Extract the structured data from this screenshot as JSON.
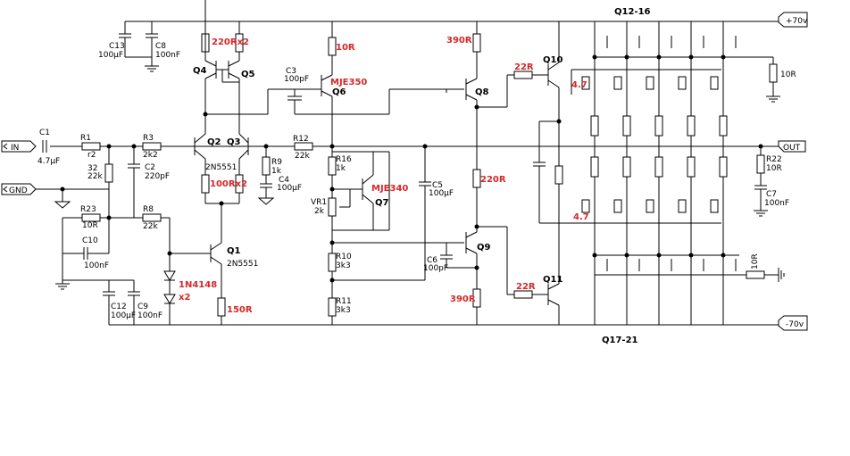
{
  "rails": {
    "pos": "+70v",
    "neg": "-70v"
  },
  "ports": {
    "in": "IN",
    "gnd": "GND",
    "out": "OUT"
  },
  "groups": {
    "top": "Q12-16",
    "bottom": "Q17-21"
  },
  "labels": [
    {
      "id": "c1",
      "text": "C1"
    },
    {
      "id": "c1v",
      "text": "4.7µF"
    },
    {
      "id": "r1",
      "text": "R1"
    },
    {
      "id": "r1v",
      "text": "r2"
    },
    {
      "id": "r2",
      "text": "32"
    },
    {
      "id": "r2v",
      "text": "22k"
    },
    {
      "id": "r23",
      "text": "R23"
    },
    {
      "id": "r23v",
      "text": "10R"
    },
    {
      "id": "c10",
      "text": "C10"
    },
    {
      "id": "c10v",
      "text": "100nF"
    },
    {
      "id": "c12",
      "text": "C12"
    },
    {
      "id": "c12v",
      "text": "100µF"
    },
    {
      "id": "c9",
      "text": "C9"
    },
    {
      "id": "c9v",
      "text": "100nF"
    },
    {
      "id": "c13",
      "text": "C13"
    },
    {
      "id": "c13v",
      "text": "100µF"
    },
    {
      "id": "c8",
      "text": "C8"
    },
    {
      "id": "c8v",
      "text": "100nF"
    },
    {
      "id": "r3",
      "text": "R3"
    },
    {
      "id": "r3v",
      "text": "2k2"
    },
    {
      "id": "c2",
      "text": "C2"
    },
    {
      "id": "c2v",
      "text": "220pF"
    },
    {
      "id": "r8",
      "text": "R8"
    },
    {
      "id": "r8v",
      "text": "22k"
    },
    {
      "id": "q2",
      "text": "Q2"
    },
    {
      "id": "q3",
      "text": "Q3"
    },
    {
      "id": "q23v",
      "text": "2N5551"
    },
    {
      "id": "q4",
      "text": "Q4"
    },
    {
      "id": "q5",
      "text": "Q5"
    },
    {
      "id": "q1",
      "text": "Q1"
    },
    {
      "id": "q1v",
      "text": "2N5551"
    },
    {
      "id": "r9",
      "text": "R9"
    },
    {
      "id": "r9v",
      "text": "1k"
    },
    {
      "id": "c4",
      "text": "C4"
    },
    {
      "id": "c4v",
      "text": "100µF"
    },
    {
      "id": "r12",
      "text": "R12"
    },
    {
      "id": "r12v",
      "text": "22k"
    },
    {
      "id": "c3",
      "text": "C3"
    },
    {
      "id": "c3v",
      "text": "100pF"
    },
    {
      "id": "q6",
      "text": "Q6"
    },
    {
      "id": "r16",
      "text": "R16"
    },
    {
      "id": "r16v",
      "text": "1k"
    },
    {
      "id": "vr1",
      "text": "VR1"
    },
    {
      "id": "vr1v",
      "text": "2k"
    },
    {
      "id": "q7",
      "text": "Q7"
    },
    {
      "id": "r10",
      "text": "R10"
    },
    {
      "id": "r10v",
      "text": "3k3"
    },
    {
      "id": "r11",
      "text": "R11"
    },
    {
      "id": "r11v",
      "text": "3k3"
    },
    {
      "id": "c5",
      "text": "C5"
    },
    {
      "id": "c5v",
      "text": "100µF"
    },
    {
      "id": "c6",
      "text": "C6"
    },
    {
      "id": "c6v",
      "text": "100pF"
    },
    {
      "id": "q8",
      "text": "Q8"
    },
    {
      "id": "q9",
      "text": "Q9"
    },
    {
      "id": "q10",
      "text": "Q10"
    },
    {
      "id": "q11",
      "text": "Q11"
    },
    {
      "id": "r22",
      "text": "R22"
    },
    {
      "id": "r22v",
      "text": "10R"
    },
    {
      "id": "c7",
      "text": "C7"
    },
    {
      "id": "c7v",
      "text": "100nF"
    },
    {
      "id": "r10rt",
      "text": "10R"
    },
    {
      "id": "r10rb",
      "text": "10R"
    }
  ],
  "annotations": [
    {
      "id": "a220x2",
      "text": "220Rx2"
    },
    {
      "id": "a10r",
      "text": "10R"
    },
    {
      "id": "amje350",
      "text": "MJE350"
    },
    {
      "id": "a100x2",
      "text": "100Rx2"
    },
    {
      "id": "amje340",
      "text": "MJE340"
    },
    {
      "id": "a1n4148",
      "text": "1N4148"
    },
    {
      "id": "ax2",
      "text": "x2"
    },
    {
      "id": "a150r",
      "text": "150R"
    },
    {
      "id": "a390t",
      "text": "390R"
    },
    {
      "id": "a22rt",
      "text": "22R"
    },
    {
      "id": "a220r",
      "text": "220R"
    },
    {
      "id": "a390b",
      "text": "390R"
    },
    {
      "id": "a22rb",
      "text": "22R"
    },
    {
      "id": "a47t",
      "text": "4.7"
    },
    {
      "id": "a47b",
      "text": "4.7"
    }
  ]
}
